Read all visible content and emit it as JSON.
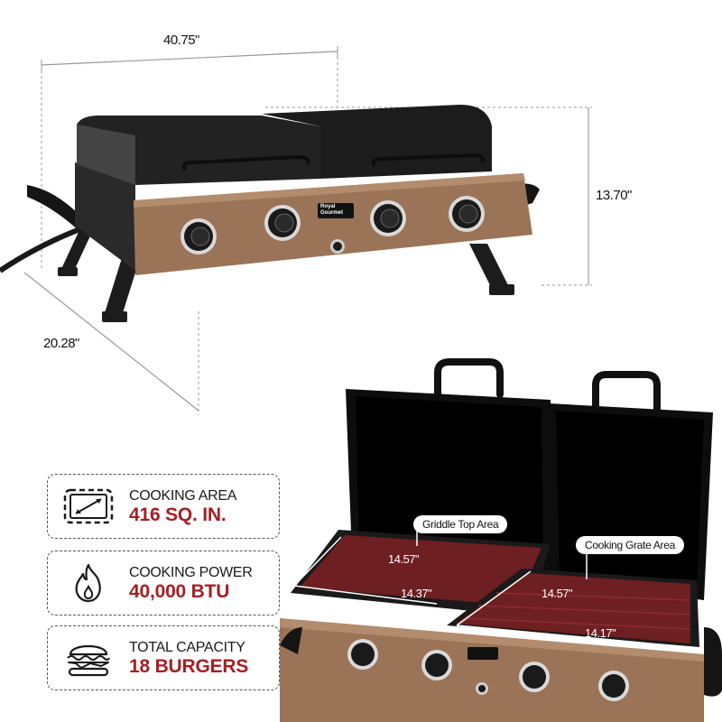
{
  "dimensions": {
    "width": "40.75\"",
    "height": "13.70\"",
    "depth": "20.28\""
  },
  "product": {
    "brand_badge_line1": "Royal",
    "brand_badge_line2": "Gourmet",
    "panel_color": "#9b7356",
    "lid_color": "#1e1e1e"
  },
  "features": [
    {
      "icon": "cooking-area-icon",
      "label": "COOKING AREA",
      "value": "416 SQ. IN."
    },
    {
      "icon": "flame-icon",
      "label": "COOKING POWER",
      "value": "40,000 BTU"
    },
    {
      "icon": "burger-icon",
      "label": "TOTAL CAPACITY",
      "value": "18 BURGERS"
    }
  ],
  "open_view": {
    "griddle": {
      "callout": "Griddle Top Area",
      "depth": "14.57\"",
      "width": "14.37\""
    },
    "grate": {
      "callout": "Cooking Grate Area",
      "depth": "14.57\"",
      "width": "14.17\""
    }
  },
  "colors": {
    "accent_red": "#a51f24",
    "surface_red": "#6e1f22",
    "copper": "#9b7356"
  }
}
